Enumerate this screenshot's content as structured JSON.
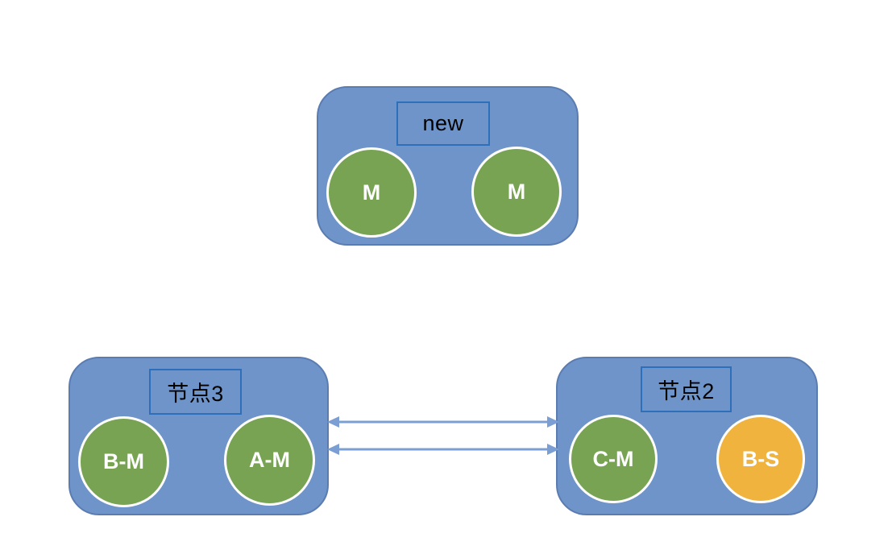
{
  "page": {
    "background": "#ffffff"
  },
  "diagram": {
    "type": "node-cluster-diagram",
    "nodes": [
      {
        "id": "new",
        "label": "new",
        "fill": "#6e94c9",
        "border": "#5b7cb0",
        "circles": [
          {
            "label": "M",
            "fill": "#77a353"
          },
          {
            "label": "M",
            "fill": "#77a353"
          }
        ]
      },
      {
        "id": "node3",
        "label": "节点3",
        "fill": "#6e94c9",
        "border": "#5b7cb0",
        "circles": [
          {
            "label": "B-M",
            "fill": "#77a353"
          },
          {
            "label": "A-M",
            "fill": "#77a353"
          }
        ]
      },
      {
        "id": "node2",
        "label": "节点2",
        "fill": "#6e94c9",
        "border": "#5b7cb0",
        "circles": [
          {
            "label": "C-M",
            "fill": "#77a353"
          },
          {
            "label": "B-S",
            "fill": "#f0b43e"
          }
        ]
      }
    ],
    "connections": [
      {
        "from": "节点3",
        "to": "节点2",
        "direction": "bidirectional",
        "color": "#7b9fd3"
      },
      {
        "from": "节点3",
        "to": "节点2",
        "direction": "bidirectional",
        "color": "#7b9fd3"
      }
    ],
    "colors": {
      "label_text": "#000000",
      "circle_text": "#ffffff",
      "label_box_border": "#2e6fba",
      "circle_border": "#ffffff",
      "arrow": "#7b9fd3"
    }
  }
}
